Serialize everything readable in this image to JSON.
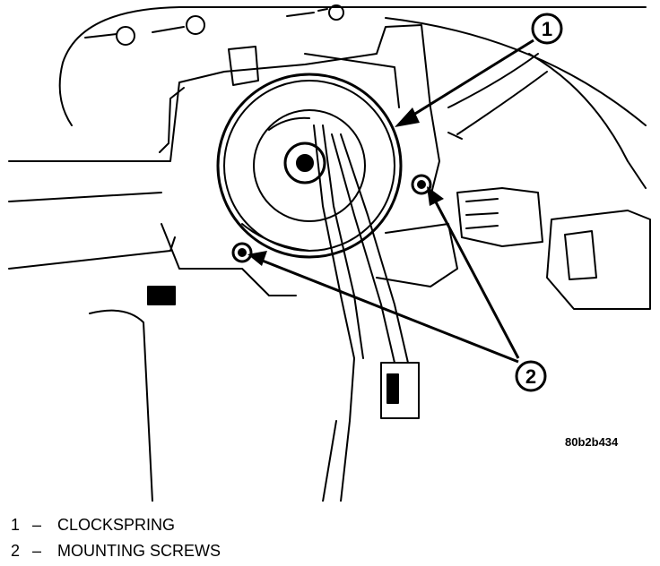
{
  "figure": {
    "id_code": "80b2b434",
    "callouts": [
      {
        "number": "1",
        "label": "CLOCKSPRING"
      },
      {
        "number": "2",
        "label": "MOUNTING SCREWS"
      }
    ],
    "ink_color": "#000000",
    "paper_color": "#ffffff"
  },
  "legend": {
    "separator": "–",
    "items": [
      {
        "number": "1",
        "label": "CLOCKSPRING"
      },
      {
        "number": "2",
        "label": "MOUNTING SCREWS"
      }
    ]
  }
}
